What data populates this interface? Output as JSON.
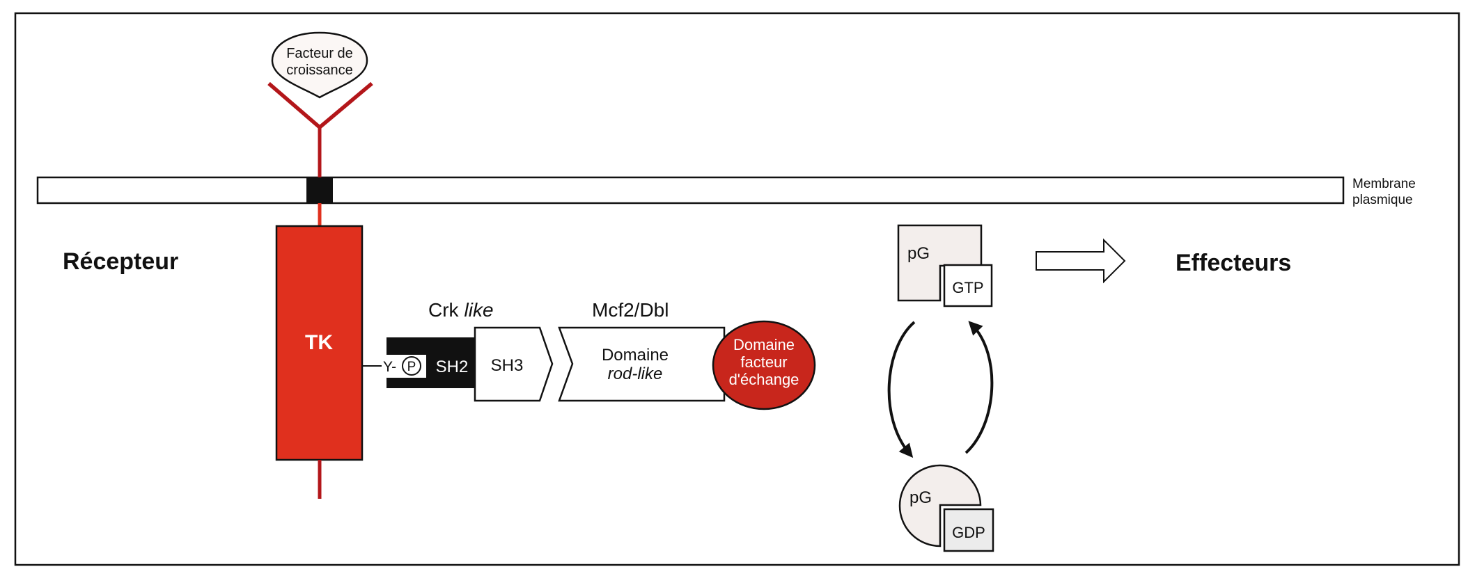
{
  "diagram": {
    "growth_factor": {
      "line1": "Facteur de",
      "line2": "croissance"
    },
    "membrane": {
      "line1": "Membrane",
      "line2": "plasmique"
    },
    "receptor_label": "Récepteur",
    "tk_label": "TK",
    "linker": {
      "tyrosine": "Y-",
      "phospho": "P"
    },
    "crk": {
      "name": "Crk",
      "name_italic": "like",
      "sh2": "SH2",
      "sh3": "SH3"
    },
    "mcf2": {
      "name": "Mcf2/Dbl",
      "rod_line1": "Domaine",
      "rod_line2": "rod-like",
      "gef_line1": "Domaine",
      "gef_line2": "facteur",
      "gef_line3": "d'échange"
    },
    "gprotein_active": {
      "label": "pG",
      "nucleotide": "GTP"
    },
    "gprotein_inactive": {
      "label": "pG",
      "nucleotide": "GDP"
    },
    "effectors_label": "Effecteurs",
    "colors": {
      "receptor_red": "#e0301e",
      "receptor_line": "#b3161a",
      "gef_red": "#c8261c",
      "protein_fill": "#f3eeec",
      "gdp_fill": "#ececec",
      "ink": "#111111"
    }
  }
}
